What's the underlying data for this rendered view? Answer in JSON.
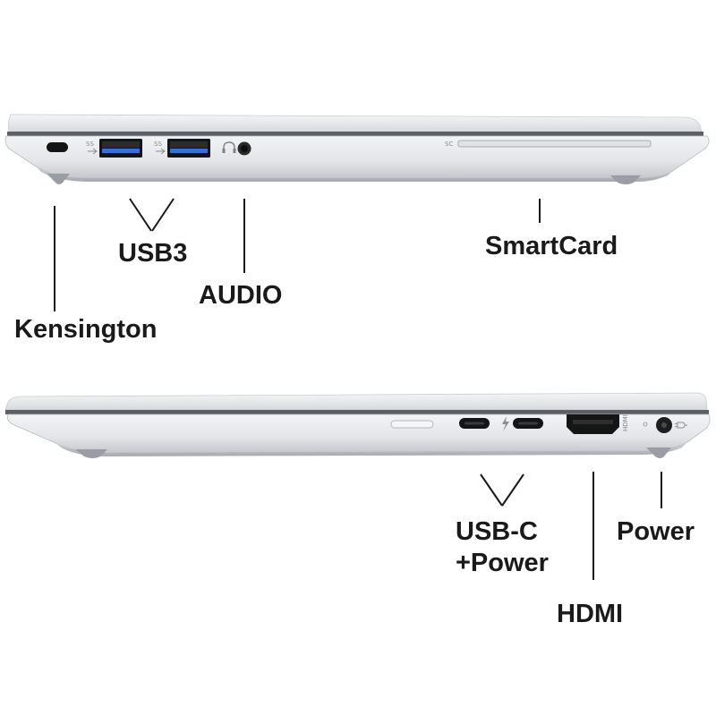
{
  "left_side": {
    "callouts": {
      "kensington": "Kensington",
      "usb3": "USB3",
      "audio": "AUDIO",
      "smartcard": "SmartCard"
    },
    "printed_markings": {
      "smartcard_slot": "SC"
    }
  },
  "right_side": {
    "callouts": {
      "usbc_line1": "USB-C",
      "usbc_line2": "+Power",
      "hdmi": "HDMI",
      "power": "Power"
    },
    "printed_markings": {
      "hdmi_port": "HDMI"
    }
  },
  "colors": {
    "chassis_light": "#eef0f2",
    "chassis_mid": "#d5d8dc",
    "chassis_dark": "#a9adb3",
    "port_black": "#151515",
    "usb3_blue": "#3a6fd8",
    "label_text": "#1a1a1a"
  }
}
